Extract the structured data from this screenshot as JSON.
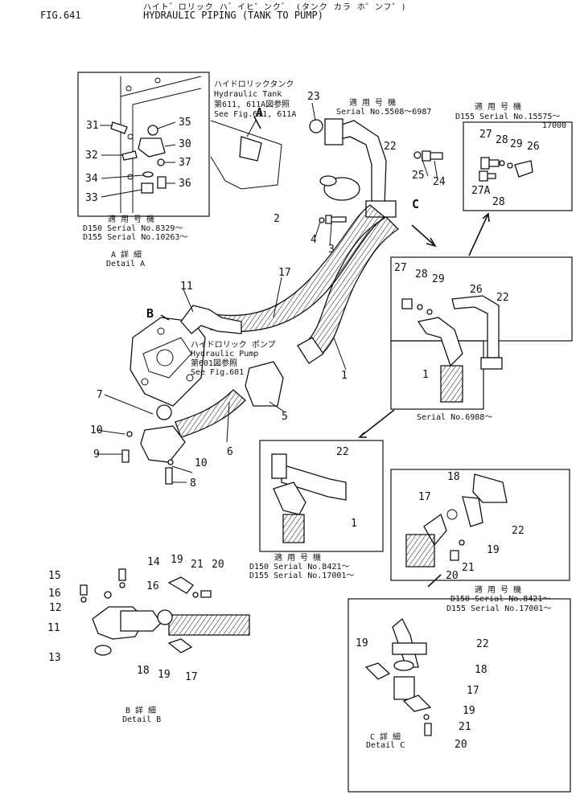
{
  "header": {
    "fig_number": "FIG.641",
    "title_jp": "ハイト゛ロリック ハ゛イヒ゜ンク゛ (タンク カラ ホ゜ンフ゜)",
    "title": "HYDRAULIC PIPING (TANK TO PUMP)"
  },
  "callouts": {
    "tank": {
      "jp": "ハイドロリックタンク",
      "en": "Hydraulic  Tank",
      "fig_jp": "第611, 611A図参照",
      "see": "See Fig.611, 611A"
    },
    "pump": {
      "jp": "ハイドロリック ポンプ",
      "en": "Hydraulic  Pump",
      "fig_jp": "第601図参照",
      "see": "See Fig.601"
    }
  },
  "serials": {
    "top_center": {
      "jp": "適 用 号 機",
      "line1": "Serial  No.5508～6987"
    },
    "top_right": {
      "jp": "適 用 号 機",
      "line1": "D155  Serial  No.15575～",
      "line2": "17000"
    },
    "detail_a": {
      "jp": "適 用 号 機",
      "line1": "D150 Serial  No.8329～",
      "line2": "D155 Serial  No.10263～"
    },
    "mid_right": {
      "line1": "Serial  No.6988～"
    },
    "mid_center": {
      "jp": "適 用 号 機",
      "line1": "D150 Serial  No.8421～",
      "line2": "D155 Serial  No.17001～"
    },
    "lower_right": {
      "jp": "適 用 号 機",
      "line1": "D150 Serial  No.8421～",
      "line2": "D155 Serial  No.17001～"
    }
  },
  "details": {
    "a": {
      "jp": "A 詳 細",
      "en": "Detail  A"
    },
    "b": {
      "jp": "B 詳 細",
      "en": "Detail  B"
    },
    "c": {
      "jp": "C 詳 細",
      "en": "Detail  C"
    }
  },
  "view_markers": {
    "a": "A",
    "b": "B",
    "c": "C"
  },
  "part_numbers": {
    "p1": "1",
    "p2": "2",
    "p3": "3",
    "p4": "4",
    "p5": "5",
    "p6": "6",
    "p7": "7",
    "p8": "8",
    "p9": "9",
    "p10": "10",
    "p11": "11",
    "p12": "12",
    "p13": "13",
    "p14": "14",
    "p15": "15",
    "p16": "16",
    "p17": "17",
    "p18": "18",
    "p19": "19",
    "p20": "20",
    "p21": "21",
    "p22": "22",
    "p23": "23",
    "p24": "24",
    "p25": "25",
    "p26": "26",
    "p27": "27",
    "p27a": "27A",
    "p28": "28",
    "p29": "29",
    "p30": "30",
    "p31": "31",
    "p32": "32",
    "p33": "33",
    "p34": "34",
    "p35": "35",
    "p36": "36",
    "p37": "37"
  }
}
